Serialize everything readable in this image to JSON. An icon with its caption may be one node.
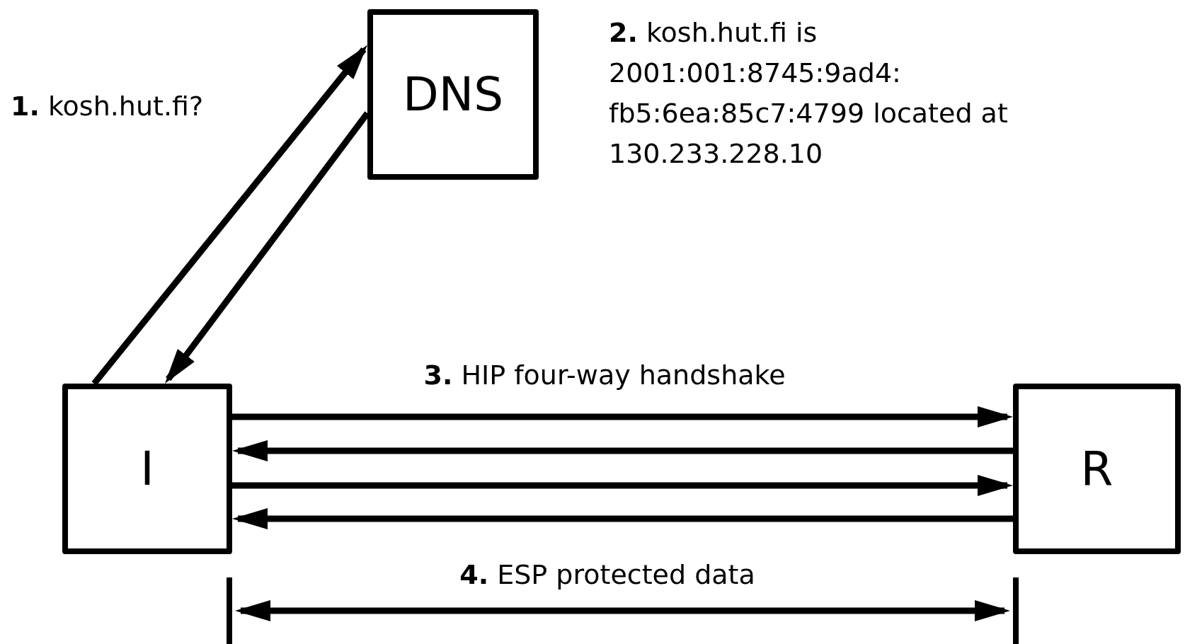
{
  "diagram": {
    "nodes": [
      {
        "text": [
          "DNS"
        ],
        "beside": [
          "**2.** kosh.hut.fi is 2001:001:8745:9ad4: fb5:6ea:85c7:4799 located at 130.233.228.10"
        ]
      },
      {
        "text": [
          "I"
        ]
      },
      {
        "text": [
          "R"
        ]
      }
    ],
    "edges": [
      {
        "from": 1,
        "to": 0,
        "arrow": "to",
        "label": "**1.** kosh.hut.fi?"
      },
      {
        "from": 0,
        "to": 1,
        "arrow": "to"
      },
      {
        "from": 1,
        "to": 2,
        "arrow": "to",
        "label": "**3.** HIP four-way handshake"
      },
      {
        "from": 2,
        "to": 1,
        "arrow": "to"
      },
      {
        "from": 1,
        "to": 2,
        "arrow": "to"
      },
      {
        "from": 2,
        "to": 1,
        "arrow": "to"
      },
      {
        "from": 1,
        "to": 2,
        "arrow": "both",
        "label": "**4.** ESP protected data"
      }
    ]
  }
}
